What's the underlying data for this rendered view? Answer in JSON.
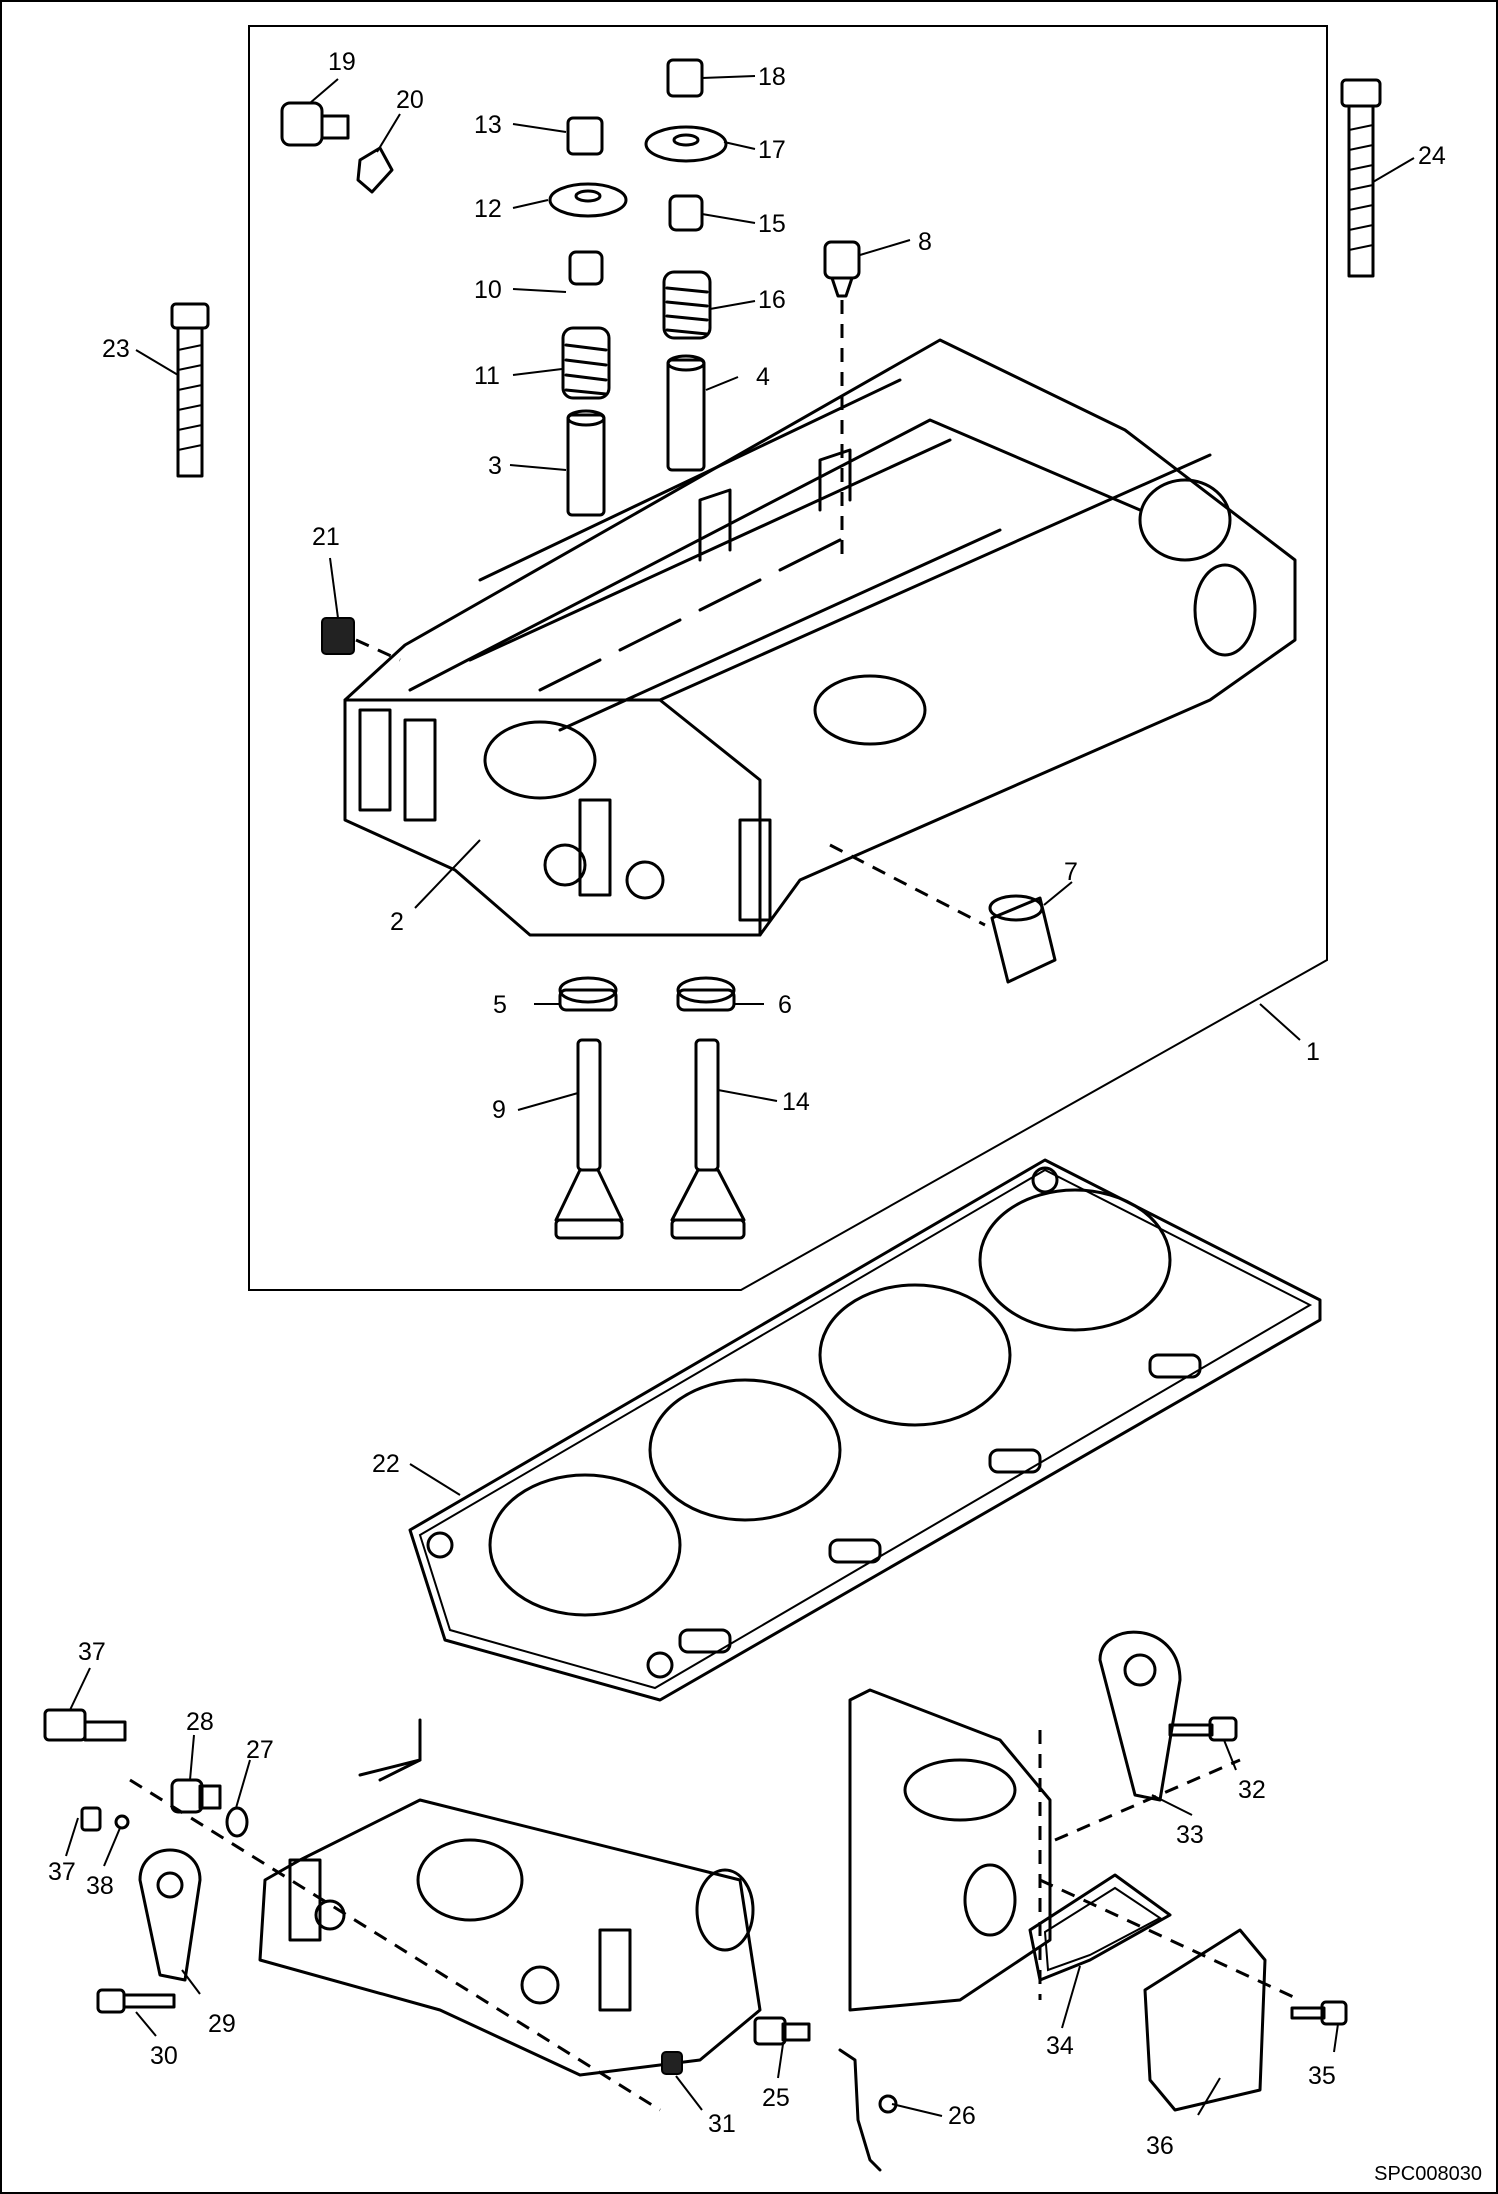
{
  "reference_code": "SPC008030",
  "callouts": {
    "c1": "1",
    "c2": "2",
    "c3": "3",
    "c4": "4",
    "c5": "5",
    "c6": "6",
    "c7": "7",
    "c8": "8",
    "c9": "9",
    "c10": "10",
    "c11": "11",
    "c12": "12",
    "c13": "13",
    "c14": "14",
    "c15": "15",
    "c16": "16",
    "c17": "17",
    "c18": "18",
    "c19": "19",
    "c20": "20",
    "c21": "21",
    "c22": "22",
    "c23": "23",
    "c24": "24",
    "c25": "25",
    "c26": "26",
    "c27": "27",
    "c28": "28",
    "c29": "29",
    "c30": "30",
    "c31": "31",
    "c32": "32",
    "c33": "33",
    "c34": "34",
    "c35": "35",
    "c36": "36",
    "c37a": "37",
    "c37b": "37",
    "c38": "38"
  }
}
